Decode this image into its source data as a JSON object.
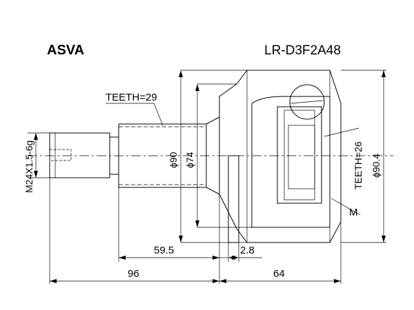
{
  "brand": "ASVA",
  "part_number": "LR-D3F2A48",
  "labels": {
    "teeth_outer": "TEETH=29",
    "thread": "M24X1.5-6g",
    "dia_90": "ϕ90",
    "dia_74": "ϕ74",
    "teeth_inner": "TEETH=26",
    "dia_90_4": "ϕ90.4",
    "m": "M"
  },
  "dimensions": {
    "spline_length": "59.5",
    "ring_width": "2.8",
    "shaft_length": "96",
    "housing_length": "64"
  }
}
